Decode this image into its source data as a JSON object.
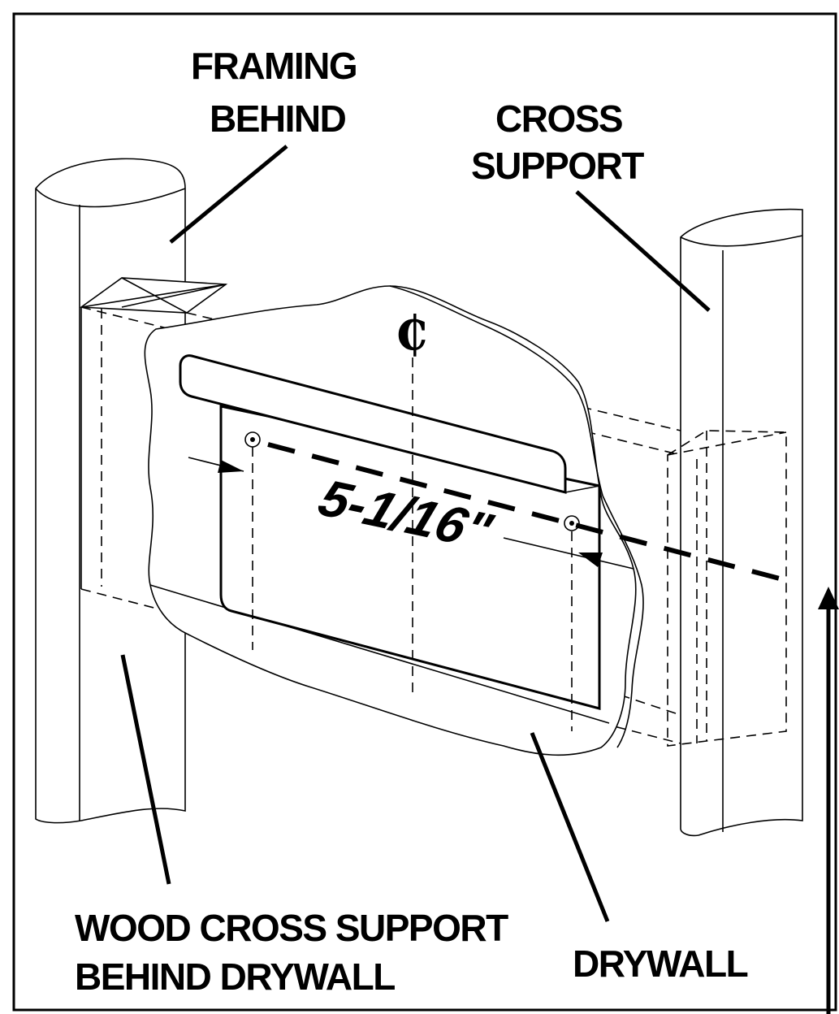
{
  "labels": {
    "framing_behind_line1": "FRAMING",
    "framing_behind_line2": "BEHIND",
    "cross_support_line1": "CROSS",
    "cross_support_line2": "SUPPORT",
    "wood_cross_support_line1": "WOOD CROSS SUPPORT",
    "wood_cross_support_line2": "BEHIND DRYWALL",
    "drywall": "DRYWALL"
  },
  "dimension": {
    "value": "5-1/16\""
  },
  "centerline_symbol": "₵",
  "colors": {
    "ink": "#000000",
    "paper": "#ffffff"
  }
}
